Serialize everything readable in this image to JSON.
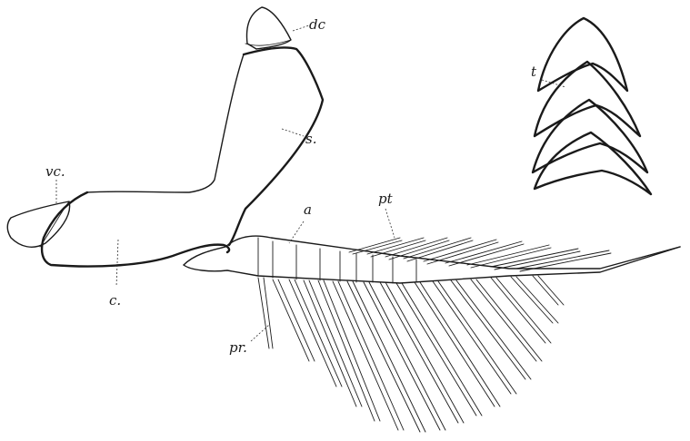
{
  "labels": {
    "dc": "dc",
    "s": "s.",
    "vc": "vc.",
    "c": "c.",
    "a": "a",
    "pt": "pt",
    "pr": "pr.",
    "t": "t"
  }
}
